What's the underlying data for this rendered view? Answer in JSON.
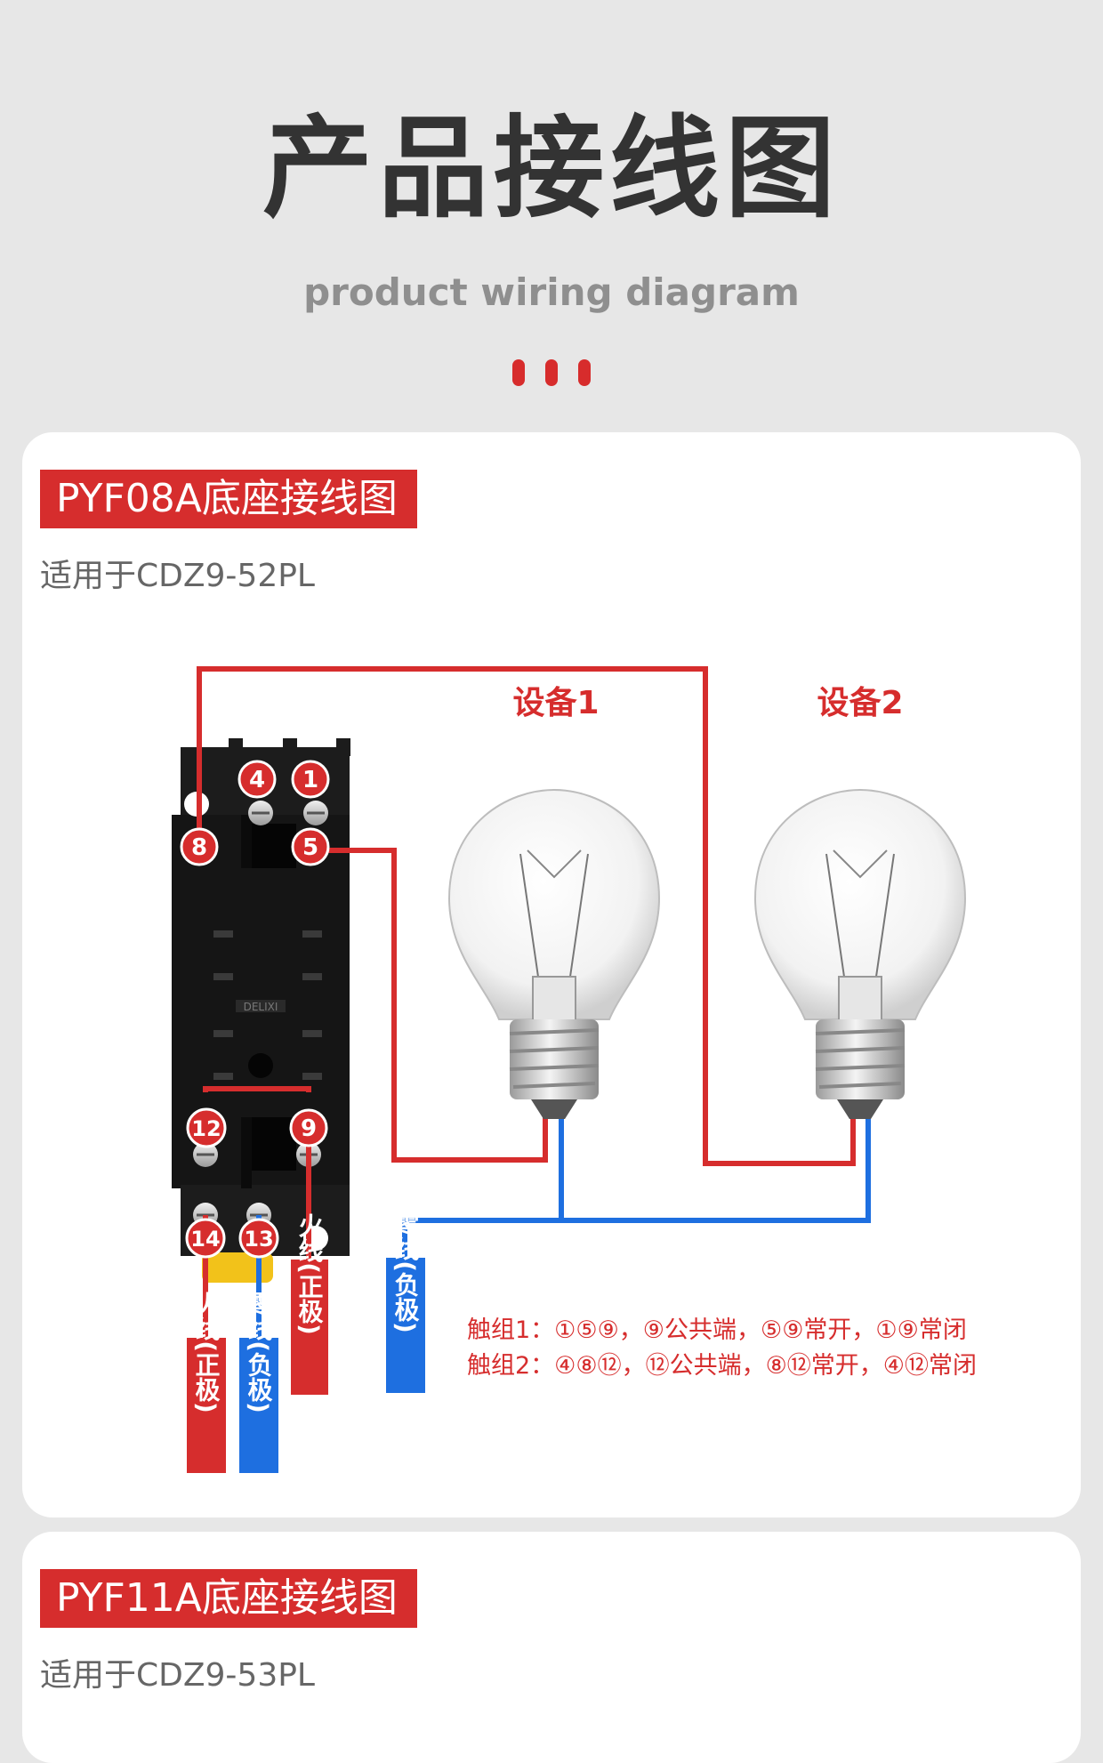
{
  "header": {
    "title": "产品接线图",
    "subtitle": "product wiring diagram"
  },
  "colors": {
    "accent": "#d62d2d",
    "live_wire": "#d62d2d",
    "neutral_wire": "#1e6fe0",
    "card_bg": "#ffffff",
    "page_bg": "#e7e7e7"
  },
  "section1": {
    "tag": "PYF08A底座接线图",
    "applies_to": "适用于CDZ9-52PL",
    "socket_brand": "DELIXI",
    "devices": [
      "设备1",
      "设备2"
    ],
    "terminals": [
      "4",
      "1",
      "8",
      "5",
      "12",
      "9",
      "14",
      "13"
    ],
    "wire_labels": {
      "live_top": "火线(正极)",
      "live_bottom": "火线(正极)",
      "neutral_bottom": "零线(负极)",
      "neutral_side": "零线(负极)"
    },
    "notes": [
      "触组1：①⑤⑨，⑨公共端，⑤⑨常开，①⑨常闭",
      "触组2：④⑧⑫，⑫公共端，⑧⑫常开，④⑫常闭"
    ]
  },
  "section2": {
    "tag": "PYF11A底座接线图",
    "applies_to": "适用于CDZ9-53PL"
  }
}
